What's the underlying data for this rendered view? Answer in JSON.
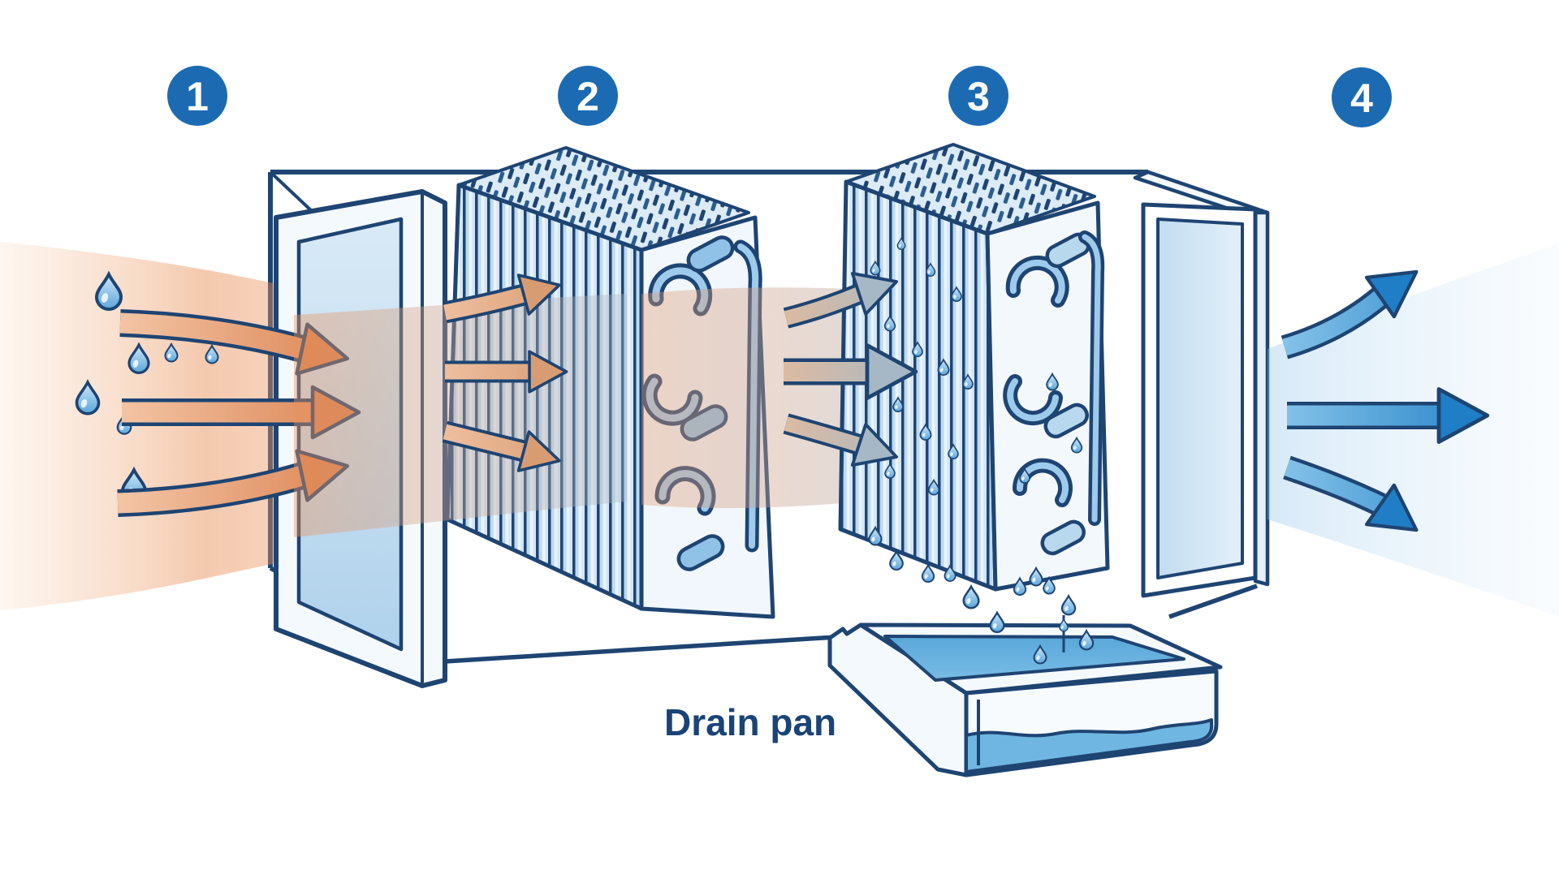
{
  "diagram": {
    "stages": [
      {
        "number": "1"
      },
      {
        "number": "2"
      },
      {
        "number": "3"
      },
      {
        "number": "4"
      }
    ],
    "labels": {
      "drain_pan": "Drain pan"
    },
    "colors": {
      "stage_badge": "#1c6bb2",
      "outline": "#1e4472",
      "warm_air": "#db8150",
      "mixed_air": "#a6b8c6",
      "cool_air": "#1f7ec6",
      "water": "#5aa7d8",
      "label_text": "#1a4377"
    },
    "icons": {
      "droplet": "water-droplet-icon",
      "warm_arrow": "warm-air-arrow-icon",
      "mixed_arrow": "mixed-air-arrow-icon",
      "cool_arrow": "cool-air-arrow-icon"
    }
  }
}
